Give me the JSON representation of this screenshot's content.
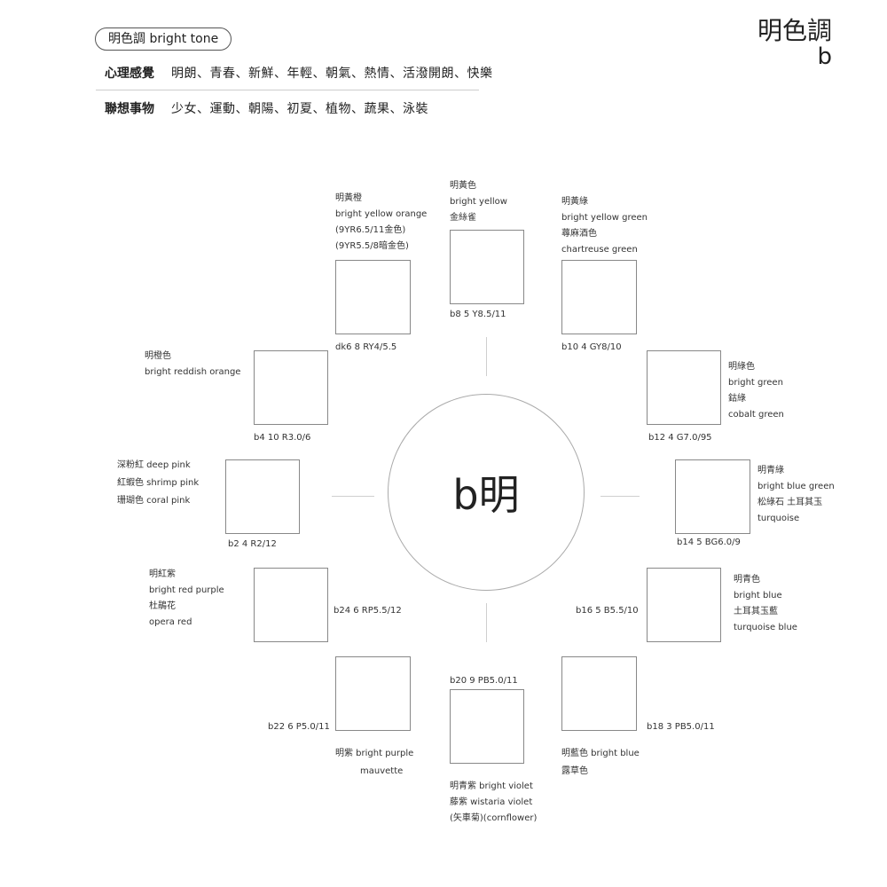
{
  "header": {
    "pill": "明色調 bright tone",
    "corner_title": "明色調",
    "corner_sub": "b",
    "row1_label": "心理感覺",
    "row1_text": "明朗、青春、新鮮、年輕、朝氣、熱情、活潑開朗、快樂",
    "row2_label": "聯想事物",
    "row2_text": "少女、運動、朝陽、初夏、植物、蔬果、泳裝"
  },
  "center": {
    "label": "b明"
  },
  "swatches": {
    "b8": {
      "code": "b8  5 Y8.5/11",
      "lines": [
        "明黃色",
        "bright yellow",
        "金絲雀"
      ]
    },
    "dk6": {
      "code": "dk6  8 RY4/5.5",
      "lines": [
        "明黃橙",
        "bright yellow orange",
        "(9YR6.5/11金色)",
        "(9YR5.5/8暗金色)"
      ]
    },
    "b10": {
      "code": "b10  4 GY8/10",
      "lines": [
        "明黃綠",
        "bright yellow green",
        "蕁麻酒色",
        "chartreuse green"
      ]
    },
    "b4": {
      "code": "b4  10 R3.0/6",
      "lines": [
        "明橙色",
        "bright reddish orange"
      ]
    },
    "b12": {
      "code": "b12  4 G7.0/95",
      "lines": [
        "明綠色",
        "bright green",
        "鈷綠",
        "cobalt green"
      ]
    },
    "b2": {
      "code": "b2  4 R2/12",
      "lines": [
        "深粉紅  deep pink",
        "紅蝦色  shrimp pink",
        "珊瑚色  coral pink"
      ]
    },
    "b14": {
      "code": "b14  5 BG6.0/9",
      "lines": [
        "明青綠",
        "bright blue green",
        "松綠石 土耳其玉",
        "turquoise"
      ]
    },
    "b24": {
      "code": "b24  6 RP5.5/12",
      "lines": [
        "明紅紫",
        "bright red purple",
        "杜鵑花",
        "opera red"
      ]
    },
    "b16": {
      "code": "b16  5 B5.5/10",
      "lines": [
        "明青色",
        "bright blue",
        "土耳其玉藍",
        "turquoise blue"
      ]
    },
    "b22": {
      "code": "b22  6 P5.0/11",
      "lines": [
        "明紫  bright  purple",
        "mauvette"
      ]
    },
    "b20": {
      "code": "b20  9 PB5.0/11",
      "lines": [
        "明青紫  bright violet",
        "藤紫  wistaria violet",
        "(矢車菊)(cornflower)"
      ]
    },
    "b18": {
      "code": "b18  3 PB5.0/11",
      "lines": [
        "明藍色  bright blue",
        "露草色"
      ]
    }
  }
}
